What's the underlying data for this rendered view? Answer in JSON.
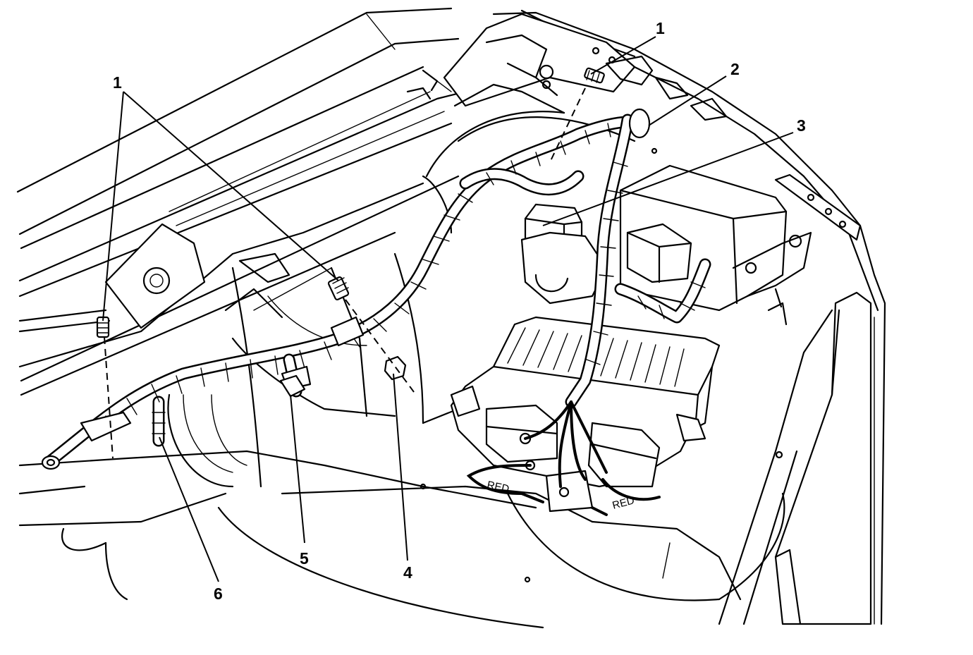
{
  "callouts": {
    "c1_left": "1",
    "c1_top": "1",
    "c2": "2",
    "c3": "3",
    "c4": "4",
    "c5": "5",
    "c6": "6"
  },
  "tags": {
    "red_left": "RED",
    "red_right": "RED"
  }
}
